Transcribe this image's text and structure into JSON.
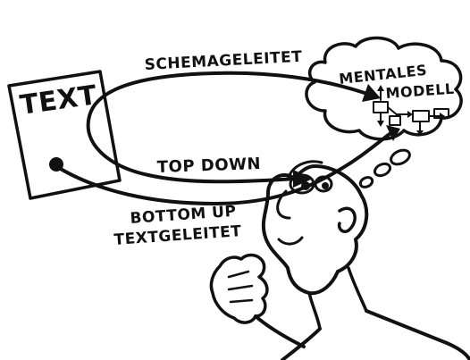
{
  "diagram": {
    "text_box_label": "TEXT",
    "loop_top_label": "SCHEMAGELEITET",
    "loop_mid_label": "TOP DOWN",
    "bottom_label_line1": "BOTTOM UP",
    "bottom_label_line2": "TEXTGELEITET",
    "cloud_label_line1": "MENTALES",
    "cloud_label_line2": "MODELL"
  },
  "colors": {
    "ink": "#111111",
    "paper": "#ffffff"
  }
}
